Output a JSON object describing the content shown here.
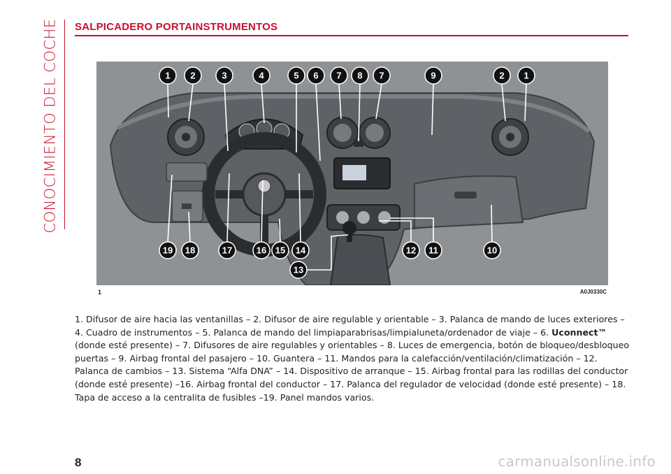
{
  "section": {
    "side_title": "CONOCIMIENTO DEL COCHE",
    "title": "SALPICADERO PORTAINSTRUMENTOS"
  },
  "figure": {
    "tag_left": "1",
    "tag_right": "A0J0330C",
    "callouts": [
      "1",
      "2",
      "3",
      "4",
      "5",
      "6",
      "7",
      "8",
      "7",
      "9",
      "2",
      "1",
      "19",
      "18",
      "17",
      "16",
      "15",
      "14",
      "13",
      "12",
      "11",
      "10"
    ]
  },
  "caption": {
    "part1": "1. Difusor de aire hacia las ventanillas – 2. Difusor de aire regulable y orientable – 3. Palanca de mando de luces exteriores – 4. Cuadro de instrumentos – 5. Palanca de mando del limpiaparabrisas/limpialuneta/ordenador de viaje – 6. ",
    "bold": "Uconnect™",
    "part2": " (donde esté presente) – 7. Difusores de aire regulables y orientables – 8. Luces de emergencia, botón de bloqueo/desbloqueo puertas – 9. Airbag frontal del pasajero – 10. Guantera – 11. Mandos para la calefacción/ventilación/climatización – 12. Palanca de cambios – 13. Sistema “Alfa DNA” – 14. Dispositivo de arranque – 15. Airbag frontal para las rodillas del conductor (donde esté presente) –16. Airbag frontal del conductor – 17. Palanca del regulador de velocidad (donde esté presente) – 18. Tapa de acceso a la centralita de fusibles –19. Panel mandos varios."
  },
  "page": {
    "number": "8",
    "watermark": "carmanualsonline.info"
  },
  "colors": {
    "accent": "#c8102e",
    "figure_bg": "#8e9194"
  }
}
